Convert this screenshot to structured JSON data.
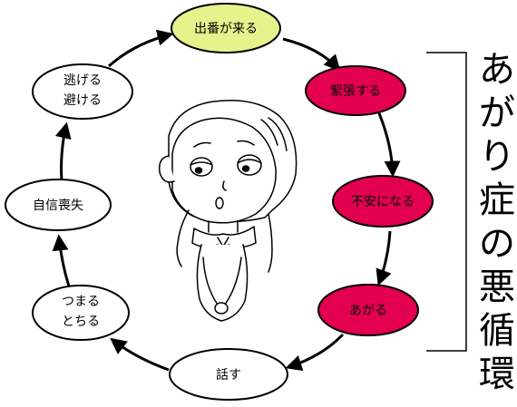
{
  "title": "あがり症の悪循環",
  "nodes": [
    {
      "id": "deban",
      "lines": [
        "出番が来る"
      ],
      "fill": "#e6f28c"
    },
    {
      "id": "kincho",
      "lines": [
        "緊張する"
      ],
      "fill": "#e2004f"
    },
    {
      "id": "fuan",
      "lines": [
        "不安になる"
      ],
      "fill": "#e2004f"
    },
    {
      "id": "agaru",
      "lines": [
        "あがる"
      ],
      "fill": "#e2004f"
    },
    {
      "id": "hanasu",
      "lines": [
        "話す"
      ],
      "fill": "#ffffff"
    },
    {
      "id": "tsumaru",
      "lines": [
        "つまる",
        "とちる"
      ],
      "fill": "#ffffff"
    },
    {
      "id": "jishin",
      "lines": [
        "自信喪失"
      ],
      "fill": "#ffffff"
    },
    {
      "id": "nigeru",
      "lines": [
        "逃げる",
        "避ける"
      ],
      "fill": "#ffffff"
    }
  ],
  "colors": {
    "stroke": "#000000",
    "hot": "#e2004f",
    "start": "#e6f28c"
  }
}
